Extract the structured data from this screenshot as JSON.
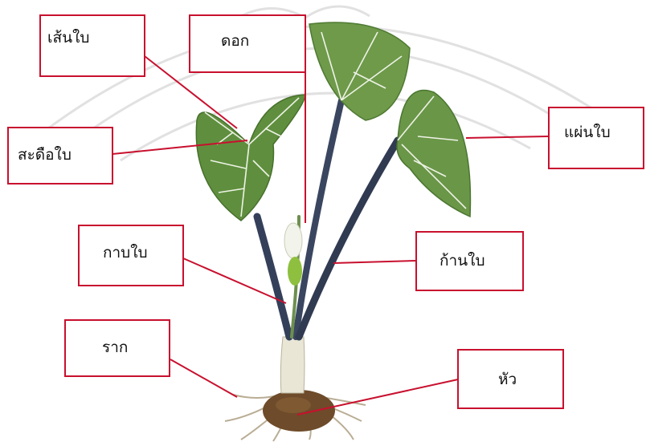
{
  "diagram": {
    "labels": {
      "vein": "เส้นใบ",
      "flower": "ดอก",
      "midrib": "สะดือใบ",
      "leaf_blade": "แผ่นใบ",
      "sheath": "กาบใบ",
      "petiole": "ก้านใบ",
      "root": "ราก",
      "tuber": "หัว"
    },
    "colors": {
      "box_border": "#c8102e",
      "pointer_line": "#c8102e",
      "leaf_green": "#5f8f3e",
      "leaf_vein": "#f1f4ec",
      "stem_dark": "#2f3a4f",
      "watermark": "#d5d5d5"
    }
  }
}
